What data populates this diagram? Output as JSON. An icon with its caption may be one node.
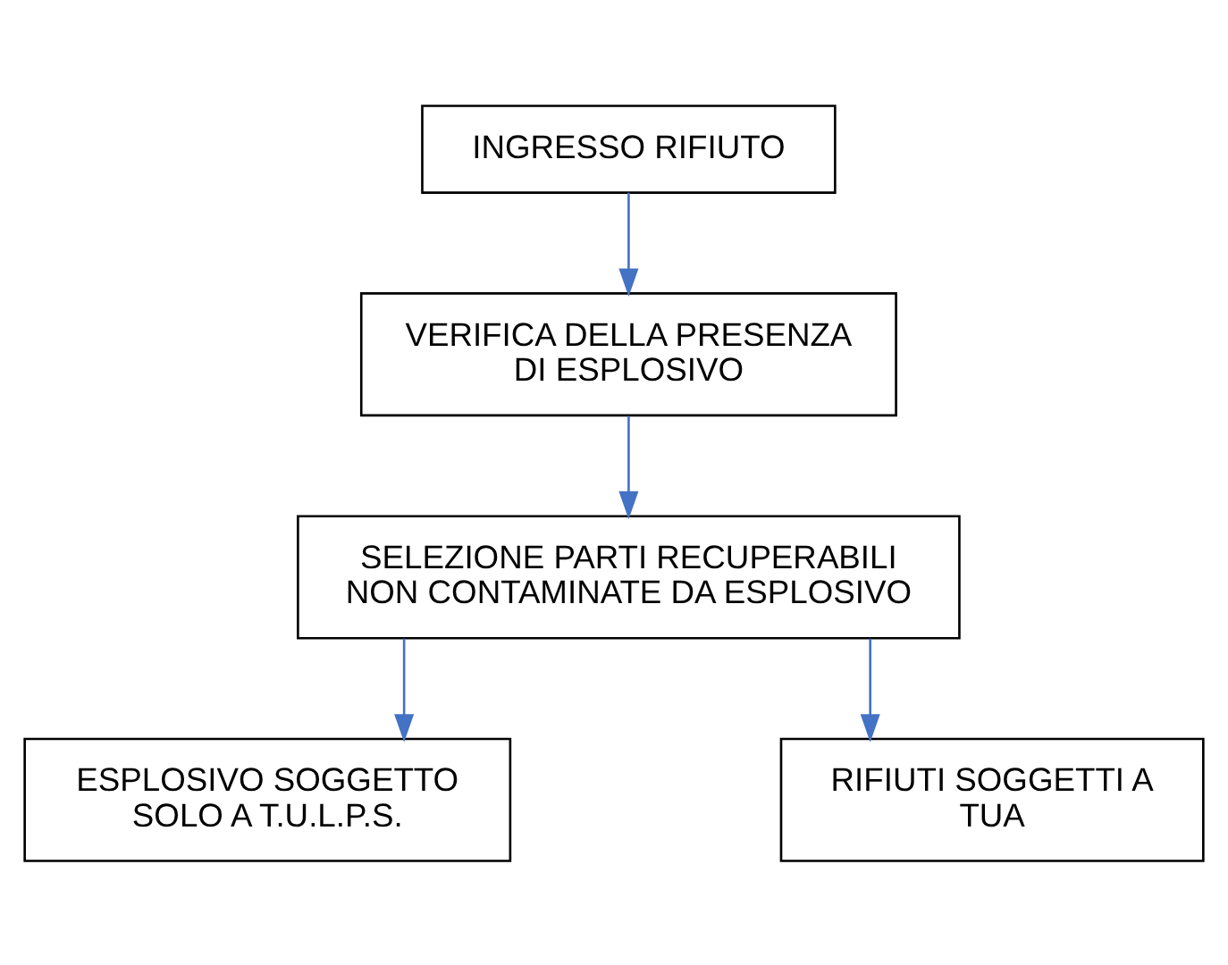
{
  "diagram": {
    "nodes": [
      {
        "text": [
          "INGRESSO RIFIUTO"
        ]
      },
      {
        "text": [
          "VERIFICA DELLA PRESENZA DI ESPLOSIVO"
        ]
      },
      {
        "text": [
          "SELEZIONE PARTI RECUPERABILI NON CONTAMINATE DA ESPLOSIVO"
        ]
      },
      {
        "text": [
          "ESPLOSIVO SOGGETTO SOLO A T.U.L.P.S."
        ]
      },
      {
        "text": [
          "RIFIUTI SOGGETTI A TUA"
        ]
      }
    ],
    "edges": [
      {
        "from": 0,
        "to": 1,
        "arrow": "to",
        "color": "#4472c4"
      },
      {
        "from": 1,
        "to": 2,
        "arrow": "to",
        "color": "#4472c4"
      },
      {
        "from": 2,
        "to": 3,
        "arrow": "to",
        "color": "#4472c4"
      },
      {
        "from": 2,
        "to": 4,
        "arrow": "to",
        "color": "#4472c4"
      }
    ]
  }
}
